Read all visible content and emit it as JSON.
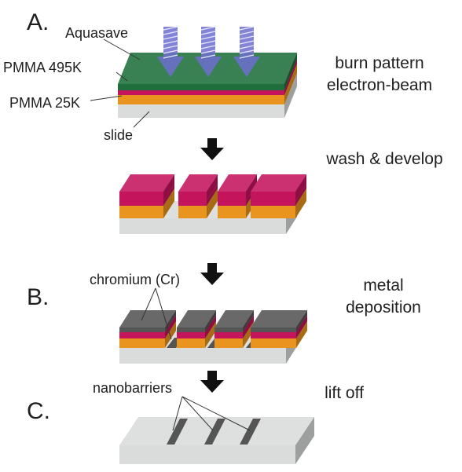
{
  "steps": {
    "a": "A.",
    "b": "B.",
    "c": "C."
  },
  "labels": {
    "aquasave": "Aquasave",
    "pmma495": "PMMA 495K",
    "pmma25": "PMMA 25K",
    "slide": "slide",
    "chromium": "chromium (Cr)",
    "nanobarriers": "nanobarriers"
  },
  "captions": {
    "burn_line1": "burn pattern",
    "burn_line2": "electron-beam",
    "wash": "wash & develop",
    "metal_line1": "metal",
    "metal_line2": "deposition",
    "lift": "lift off"
  },
  "colors": {
    "aquasave": "#1e6f3c",
    "pmma495": "#c4145c",
    "pmma25": "#e8941f",
    "slide": "#dadcdb",
    "chromium": "#555555",
    "beam": "#6d6fd0",
    "arrow": "#111111"
  },
  "icons": {
    "process_arrow": "down-arrow-icon",
    "beam": "electron-beam-arrow-icon"
  }
}
